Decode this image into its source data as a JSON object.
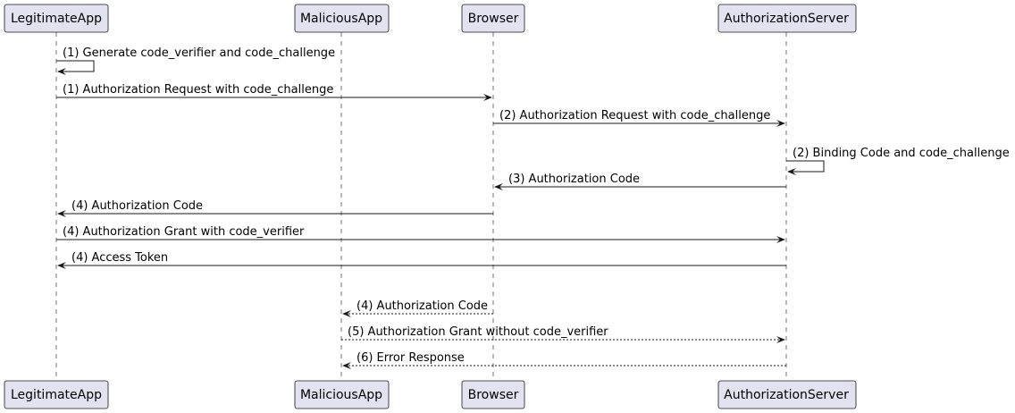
{
  "participants": [
    {
      "id": "legit",
      "name": "LegitimateApp"
    },
    {
      "id": "mal",
      "name": "MaliciousApp"
    },
    {
      "id": "browser",
      "name": "Browser"
    },
    {
      "id": "auth",
      "name": "AuthorizationServer"
    }
  ],
  "messages": [
    {
      "from": "legit",
      "to": "legit",
      "label": "(1) Generate code_verifier and code_challenge",
      "style": "solid"
    },
    {
      "from": "legit",
      "to": "browser",
      "label": "(1) Authorization Request with code_challenge",
      "style": "solid"
    },
    {
      "from": "browser",
      "to": "auth",
      "label": "(2) Authorization Request with code_challenge",
      "style": "solid"
    },
    {
      "from": "auth",
      "to": "auth",
      "label": "(2) Binding Code and code_challenge",
      "style": "solid"
    },
    {
      "from": "auth",
      "to": "browser",
      "label": "(3) Authorization Code",
      "style": "solid"
    },
    {
      "from": "browser",
      "to": "legit",
      "label": "(4) Authorization Code",
      "style": "solid"
    },
    {
      "from": "legit",
      "to": "auth",
      "label": "(4) Authorization Grant with code_verifier",
      "style": "solid"
    },
    {
      "from": "auth",
      "to": "legit",
      "label": "(4) Access Token",
      "style": "solid"
    },
    {
      "from": "browser",
      "to": "mal",
      "label": "(4) Authorization Code",
      "style": "dashed"
    },
    {
      "from": "mal",
      "to": "auth",
      "label": "(5) Authorization Grant without code_verifier",
      "style": "dashed"
    },
    {
      "from": "auth",
      "to": "mal",
      "label": "(6) Error Response",
      "style": "dashed"
    }
  ]
}
